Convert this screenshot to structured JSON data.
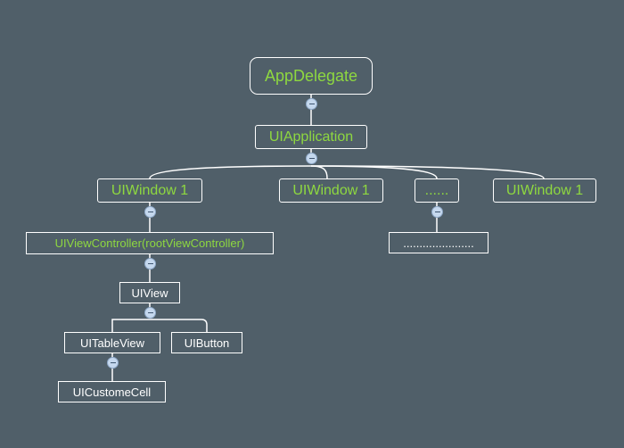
{
  "nodes": {
    "app_delegate": "AppDelegate",
    "ui_application": "UIApplication",
    "window_1": "UIWindow 1",
    "window_2": "UIWindow 1",
    "window_ellipsis": "......",
    "window_3": "UIWindow 1",
    "ellipsis_child": "......................",
    "view_controller": "UIViewController(rootViewController)",
    "ui_view": "UIView",
    "table_view": "UITableView",
    "button": "UIButton",
    "custom_cell": "UICustomeCell"
  },
  "icons": {
    "collapse": "minus-circle-icon"
  },
  "colors": {
    "background": "#505f69",
    "primary_text": "#8ed840",
    "secondary_text": "#ffffff",
    "border": "#ffffff",
    "collapse_fill": "#c5d8ee"
  }
}
